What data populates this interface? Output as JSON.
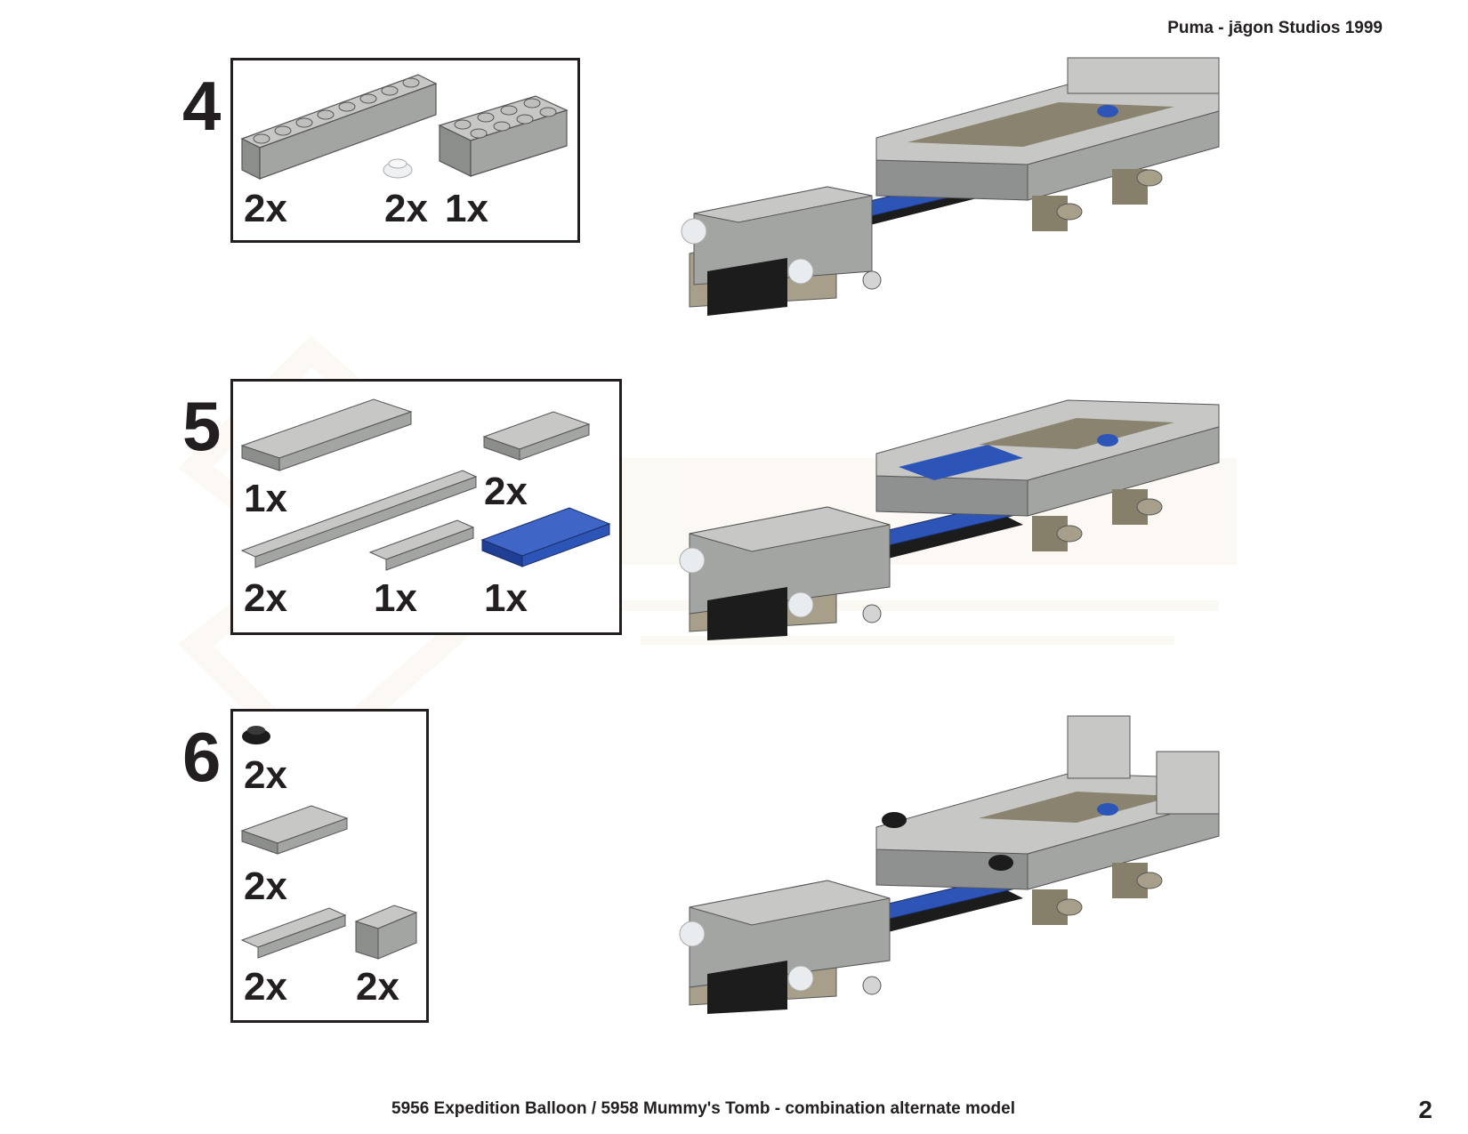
{
  "header": {
    "credit": "Puma - jāgon Studios 1999"
  },
  "footer": {
    "title": "5956 Expedition Balloon / 5958 Mummy's Tomb - combination alternate model",
    "page_number": "2"
  },
  "steps": [
    {
      "number": "4",
      "parts": [
        {
          "name": "brick-1x8-light-gray",
          "qty": "2x"
        },
        {
          "name": "round-plate-1x1-clear",
          "qty": "2x"
        },
        {
          "name": "brick-2x4-light-gray",
          "qty": "1x"
        }
      ]
    },
    {
      "number": "5",
      "parts": [
        {
          "name": "plate-2x6-light-gray",
          "qty": "1x"
        },
        {
          "name": "plate-2x3-light-gray",
          "qty": "2x"
        },
        {
          "name": "plate-1x10-light-gray",
          "qty": "2x"
        },
        {
          "name": "plate-1x4-light-gray",
          "qty": "1x"
        },
        {
          "name": "plate-2x4-blue",
          "qty": "1x"
        }
      ]
    },
    {
      "number": "6",
      "parts": [
        {
          "name": "round-plate-1x1-black",
          "qty": "2x"
        },
        {
          "name": "plate-2x3-light-gray",
          "qty": "2x"
        },
        {
          "name": "plate-1x4-light-gray",
          "qty": "2x"
        },
        {
          "name": "brick-1x2-light-gray",
          "qty": "2x"
        }
      ]
    }
  ],
  "colors": {
    "light_gray": "#a3a5a3",
    "blue": "#2d55b8",
    "black": "#1c1c1c",
    "tan": "#a79f8a",
    "dark_tan": "#86806b",
    "clear": "#e9ecef"
  }
}
